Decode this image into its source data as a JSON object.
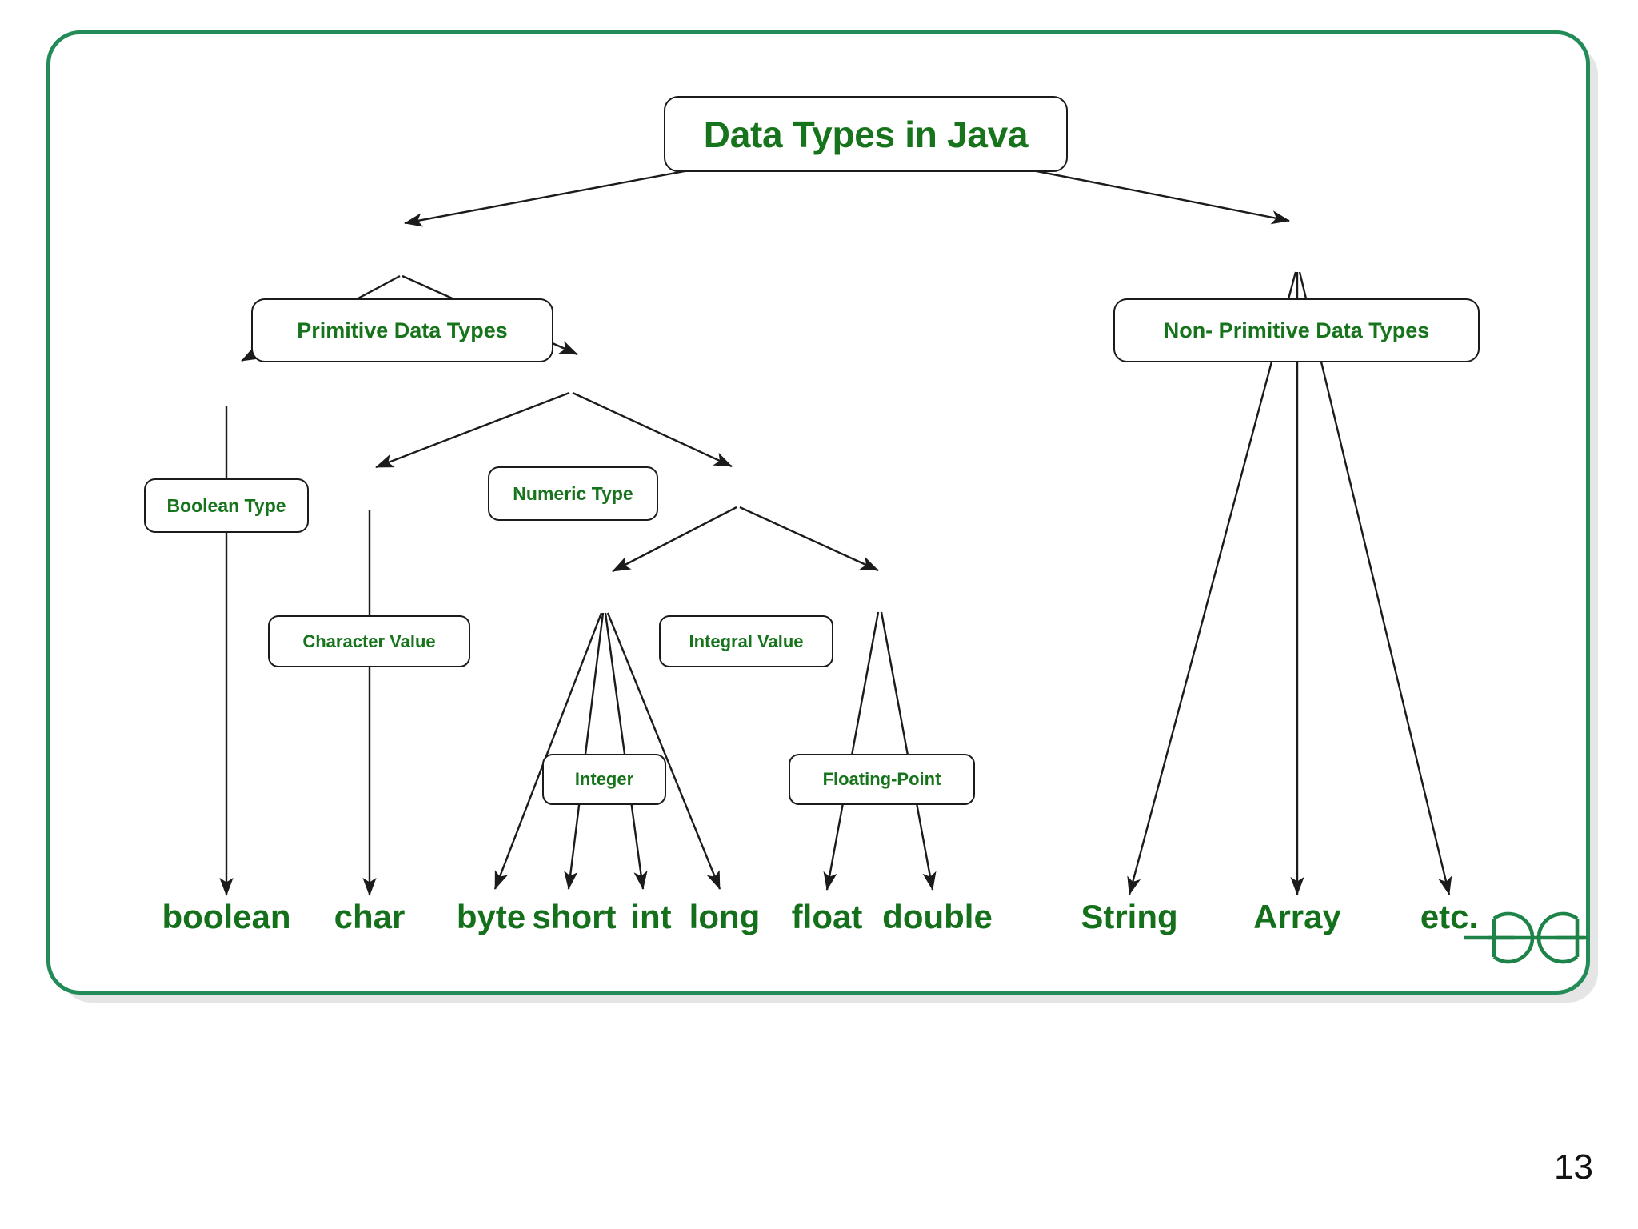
{
  "slide": {
    "page_number": "13",
    "border_color": "#228B57",
    "text_color": "#15701c",
    "line_color": "#1b1b1b",
    "logo_name": "geeksforgeeks-logo"
  },
  "diagram": {
    "type": "tree",
    "title": "Data Types in Java",
    "nodes": [
      {
        "id": "root",
        "label": "Data Types in Java",
        "level": 0
      },
      {
        "id": "prim",
        "label": "Primitive Data Types",
        "level": 1
      },
      {
        "id": "nonprim",
        "label": "Non- Primitive Data Types",
        "level": 1
      },
      {
        "id": "bool",
        "label": "Boolean Type",
        "level": 2
      },
      {
        "id": "numeric",
        "label": "Numeric Type",
        "level": 2
      },
      {
        "id": "charval",
        "label": "Character Value",
        "level": 3
      },
      {
        "id": "integral",
        "label": "Integral Value",
        "level": 3
      },
      {
        "id": "integer",
        "label": "Integer",
        "level": 4
      },
      {
        "id": "floating",
        "label": "Floating-Point",
        "level": 4
      }
    ],
    "leaves": [
      {
        "id": "l-boolean",
        "label": "boolean",
        "parent": "bool"
      },
      {
        "id": "l-char",
        "label": "char",
        "parent": "charval"
      },
      {
        "id": "l-byte",
        "label": "byte",
        "parent": "integer"
      },
      {
        "id": "l-short",
        "label": "short",
        "parent": "integer"
      },
      {
        "id": "l-int",
        "label": "int",
        "parent": "integer"
      },
      {
        "id": "l-long",
        "label": "long",
        "parent": "integer"
      },
      {
        "id": "l-float",
        "label": "float",
        "parent": "floating"
      },
      {
        "id": "l-double",
        "label": "double",
        "parent": "floating"
      },
      {
        "id": "l-string",
        "label": "String",
        "parent": "nonprim"
      },
      {
        "id": "l-array",
        "label": "Array",
        "parent": "nonprim"
      },
      {
        "id": "l-etc",
        "label": "etc.",
        "parent": "nonprim"
      }
    ],
    "edges": [
      {
        "from": "root",
        "to": "prim"
      },
      {
        "from": "root",
        "to": "nonprim"
      },
      {
        "from": "prim",
        "to": "bool"
      },
      {
        "from": "prim",
        "to": "numeric"
      },
      {
        "from": "numeric",
        "to": "charval"
      },
      {
        "from": "numeric",
        "to": "integral"
      },
      {
        "from": "integral",
        "to": "integer"
      },
      {
        "from": "integral",
        "to": "floating"
      },
      {
        "from": "bool",
        "to": "l-boolean"
      },
      {
        "from": "charval",
        "to": "l-char"
      },
      {
        "from": "integer",
        "to": "l-byte"
      },
      {
        "from": "integer",
        "to": "l-short"
      },
      {
        "from": "integer",
        "to": "l-int"
      },
      {
        "from": "integer",
        "to": "l-long"
      },
      {
        "from": "floating",
        "to": "l-float"
      },
      {
        "from": "floating",
        "to": "l-double"
      },
      {
        "from": "nonprim",
        "to": "l-string"
      },
      {
        "from": "nonprim",
        "to": "l-array"
      },
      {
        "from": "nonprim",
        "to": "l-etc"
      }
    ]
  }
}
